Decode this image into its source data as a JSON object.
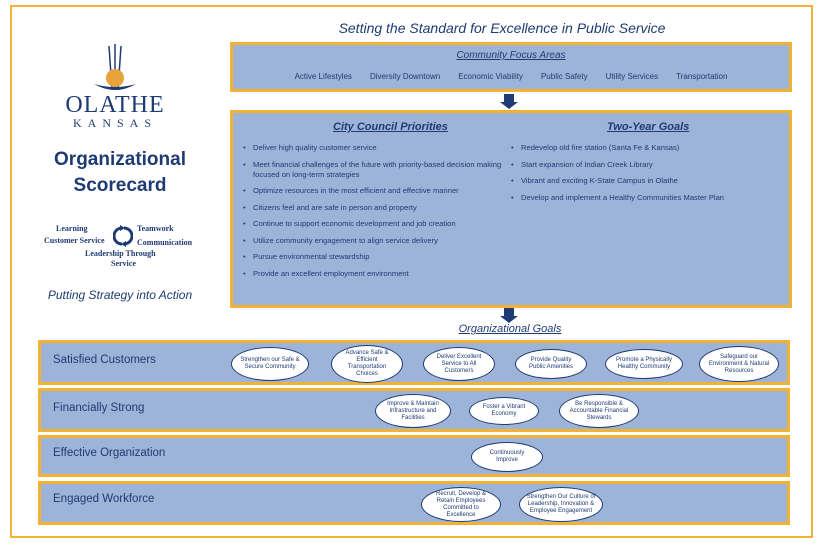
{
  "header": {
    "title": "Setting the Standard for Excellence in Public Service"
  },
  "logo": {
    "name": "OLATHE",
    "state": "KANSAS",
    "icon": "olathe-logo"
  },
  "scorecard": {
    "title_line1": "Organizational",
    "title_line2": "Scorecard"
  },
  "values": {
    "learning": "Learning",
    "teamwork": "Teamwork",
    "customer_service": "Customer Service",
    "communication": "Communication",
    "leadership_through": "Leadership Through",
    "service": "Service"
  },
  "strategy": "Putting Strategy into Action",
  "community_focus": {
    "title": "Community Focus Areas",
    "items": [
      "Active Lifestyles",
      "Diversity Downtown",
      "Economic Viability",
      "Public Safety",
      "Utility Services",
      "Transportation"
    ]
  },
  "council_priorities": {
    "title": "City Council Priorities",
    "items": [
      "Deliver high quality customer service",
      "Meet financial challenges of the future with priority-based decision making focused on long-term strategies",
      "Optimize resources in the most efficient and effective manner",
      "Citizens feel and are safe in person and property",
      "Continue to support economic development and job creation",
      "Utilize community engagement to align service delivery",
      "Pursue environmental stewardship",
      "Provide an excellent employment environment"
    ]
  },
  "two_year_goals": {
    "title": "Two-Year Goals",
    "items": [
      "Redevelop old fire station (Santa Fe & Kansas)",
      "Start expansion of Indian Creek Library",
      "Vibrant and exciting K-State Campus in Olathe",
      "Develop and implement a Healthy Communities Master Plan"
    ]
  },
  "organizational_goals": {
    "title": "Organizational Goals",
    "bands": [
      {
        "label": "Satisfied Customers",
        "goals": [
          "Strengthen our Safe & Secure Community",
          "Advance Safe & Efficient Transportation Choices",
          "Deliver Excellent Service to All Customers",
          "Provide Quality Public Amenities",
          "Promote a Physically Healthy Community",
          "Safeguard our Environment & Natural Resources"
        ]
      },
      {
        "label": "Financially Strong",
        "goals": [
          "Improve & Maintain Infrastructure and Facilities",
          "Foster a Vibrant Economy",
          "Be Responsible & Accountable Financial Stewards"
        ]
      },
      {
        "label": "Effective Organization",
        "goals": [
          "Continuously Improve"
        ]
      },
      {
        "label": "Engaged Workforce",
        "goals": [
          "Recruit, Develop & Retain Employees Committed to Excellence",
          "Strengthen Our Culture of Leadership, Innovation & Employee Engagement"
        ]
      }
    ]
  },
  "colors": {
    "navy": "#1f3b73",
    "box_blue": "#9db3d8",
    "gold": "#f2b233"
  }
}
